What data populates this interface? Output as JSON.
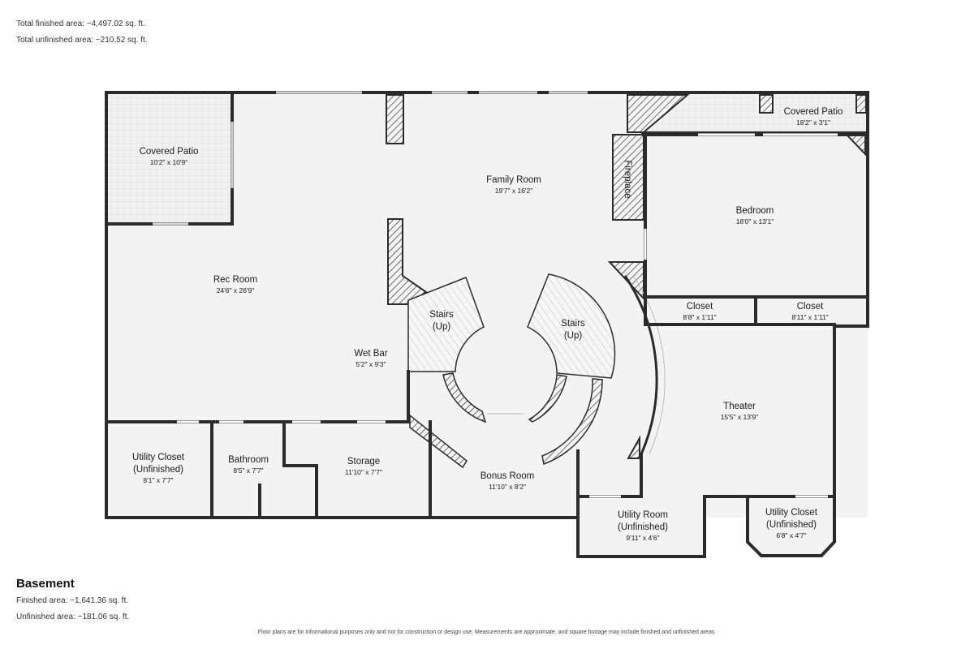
{
  "summary": {
    "total_finished": "Total finished area: ~4,497.02 sq. ft.",
    "total_unfinished": "Total unfinished area: ~210.52 sq. ft."
  },
  "level": {
    "name": "Basement",
    "finished": "Finished area: ~1,641.36 sq. ft.",
    "unfinished": "Unfinished area: ~181.06 sq. ft."
  },
  "disclaimer": "Floor plans are for informational purposes only and not for construction or design use. Measurements are approximate, and square footage may include finished and unfinished areas.",
  "rooms": {
    "covered_patio_left": {
      "name": "Covered Patio",
      "dims": "10'2\" x 10'9\""
    },
    "family_room": {
      "name": "Family Room",
      "dims": "19'7\" x 16'2\""
    },
    "covered_patio_right": {
      "name": "Covered Patio",
      "dims": "18'2\" x 3'1\""
    },
    "fireplace": {
      "name": "Fireplace"
    },
    "bedroom": {
      "name": "Bedroom",
      "dims": "18'0\" x 13'1\""
    },
    "rec_room": {
      "name": "Rec Room",
      "dims": "24'6\" x 26'9\""
    },
    "stairs_left": {
      "name": "Stairs",
      "sub": "(Up)"
    },
    "stairs_right": {
      "name": "Stairs",
      "sub": "(Up)"
    },
    "closet_1": {
      "name": "Closet",
      "dims": "8'8\" x 1'11\""
    },
    "closet_2": {
      "name": "Closet",
      "dims": "8'11\" x 1'11\""
    },
    "wet_bar": {
      "name": "Wet Bar",
      "dims": "5'2\" x 9'3\""
    },
    "theater": {
      "name": "Theater",
      "dims": "15'5\" x 13'9\""
    },
    "utility_closet_left": {
      "name": "Utility Closet",
      "sub": "(Unfinished)",
      "dims": "8'1\" x 7'7\""
    },
    "bathroom": {
      "name": "Bathroom",
      "dims": "8'5\" x 7'7\""
    },
    "storage": {
      "name": "Storage",
      "dims": "11'10\" x 7'7\""
    },
    "bonus_room": {
      "name": "Bonus Room",
      "dims": "11'10\" x 8'2\""
    },
    "utility_room": {
      "name": "Utility Room",
      "sub": "(Unfinished)",
      "dims": "9'11\" x 4'6\""
    },
    "utility_closet_right": {
      "name": "Utility Closet",
      "sub": "(Unfinished)",
      "dims": "6'8\" x 4'7\""
    }
  }
}
